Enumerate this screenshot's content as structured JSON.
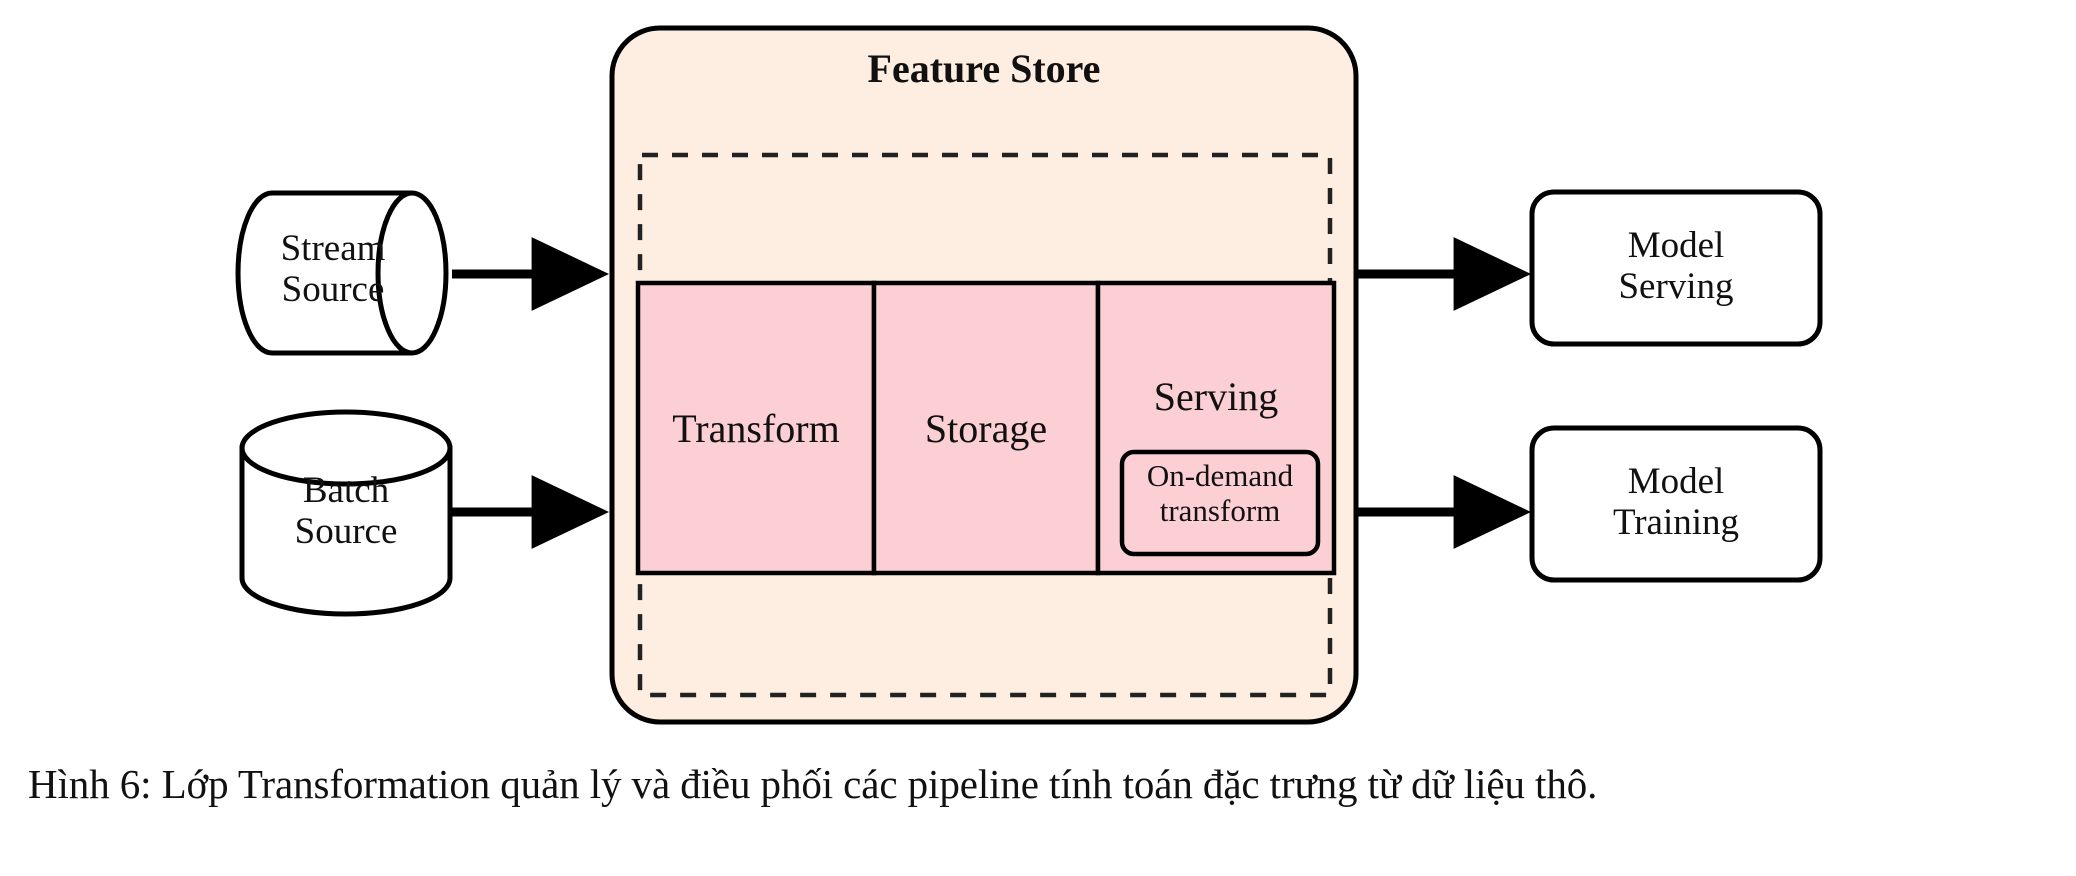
{
  "figure": {
    "caption": "Hình 6: Lớp Transformation quản lý và điều phối các pipeline tính toán đặc trưng từ dữ liệu thô."
  },
  "colors": {
    "feature_store_fill": "#fdeee1",
    "panel_fill": "#fbcfd3",
    "stroke": "#000000",
    "page_background": "#ffffff",
    "text": "#111111"
  },
  "sources": [
    {
      "id": "stream-source",
      "label": "Stream\nSource",
      "shape": "horizontal-cylinder"
    },
    {
      "id": "batch-source",
      "label": "Batch\nSource",
      "shape": "vertical-cylinder"
    }
  ],
  "feature_store": {
    "title": "Feature Store",
    "inner_region": {
      "style": "dashed"
    },
    "panels": [
      {
        "id": "transform",
        "label": "Transform"
      },
      {
        "id": "storage",
        "label": "Storage"
      },
      {
        "id": "serving",
        "label": "Serving",
        "sub_box": {
          "id": "on-demand-transform",
          "label": "On-demand\ntransform"
        }
      }
    ]
  },
  "consumers": [
    {
      "id": "model-serving",
      "label": "Model\nServing"
    },
    {
      "id": "model-training",
      "label": "Model\nTraining"
    }
  ],
  "arrows": [
    {
      "id": "stream-to-store",
      "from": "stream-source",
      "to": "feature-store"
    },
    {
      "id": "batch-to-store",
      "from": "batch-source",
      "to": "feature-store"
    },
    {
      "id": "store-to-model-serving",
      "from": "feature-store",
      "to": "model-serving"
    },
    {
      "id": "store-to-model-training",
      "from": "feature-store",
      "to": "model-training"
    }
  ]
}
